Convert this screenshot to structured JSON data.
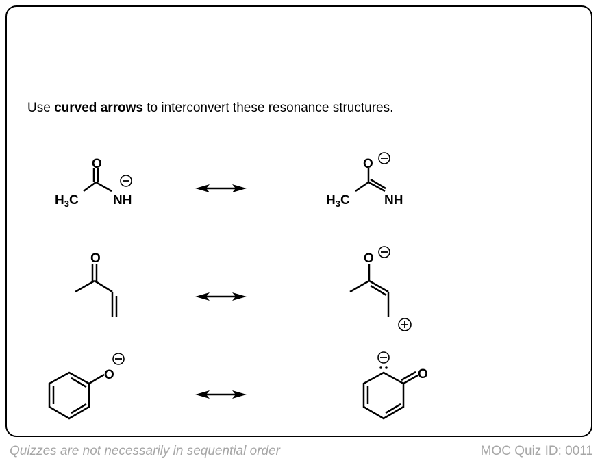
{
  "prompt": {
    "pre": "Use ",
    "bold": "curved arrows",
    "post": " to interconvert these resonance structures."
  },
  "labels": {
    "O": "O",
    "NH": "NH",
    "H3C_H": "H",
    "H3C_3": "3",
    "H3C_C": "C"
  },
  "footer": {
    "left": "Quizzes are not necessarily in sequential order",
    "right": "MOC Quiz ID: 0011"
  }
}
